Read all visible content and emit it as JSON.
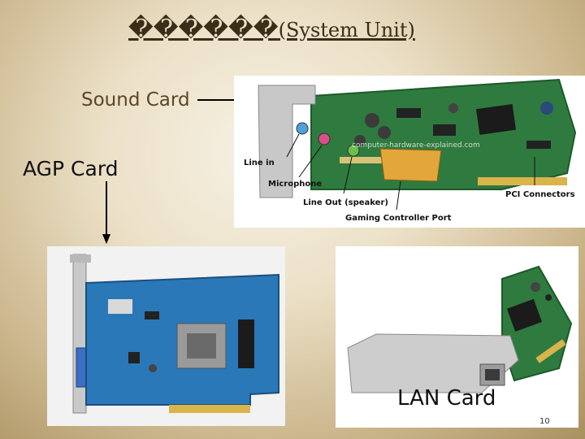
{
  "slide": {
    "title_prefix": "������",
    "title_suffix": "(System Unit)",
    "page_number": "10"
  },
  "labels": {
    "sound_card": "Sound Card",
    "agp_card": "AGP Card",
    "lan_card": "LAN Card"
  },
  "sound_card_callouts": {
    "line_in": "Line in",
    "microphone": "Microphone",
    "line_out": "Line Out (speaker)",
    "gaming_port": "Gaming Controller Port",
    "pci_connectors": "PCI Connectors",
    "watermark": "computer-hardware-explained.com"
  },
  "colors": {
    "pcb_green": "#2f7a3e",
    "pcb_blue": "#2a78b8",
    "bracket_gray": "#c8c8c8"
  }
}
